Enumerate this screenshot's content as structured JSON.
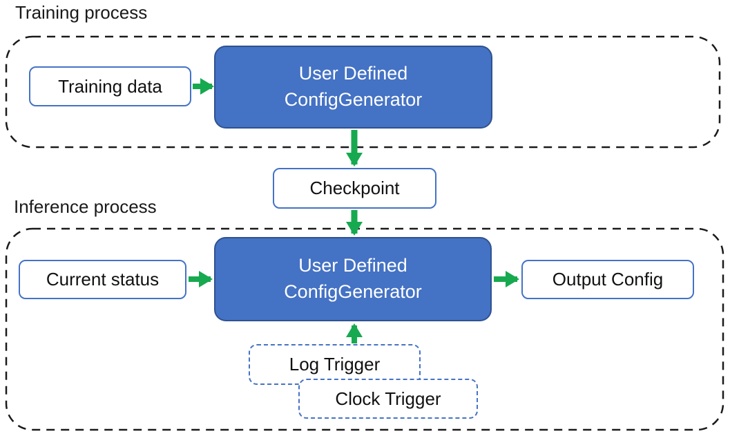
{
  "colors": {
    "generator_fill": "#4472C4",
    "generator_border": "#2F528F",
    "io_box_border": "#4472C4",
    "trigger_border": "#4472C4",
    "arrow_green": "#17A94F",
    "container_dash": "#1A1A1A",
    "text_dark": "#111111",
    "text_light": "#FFFFFF"
  },
  "training": {
    "section_label": "Training process",
    "input_box": "Training data",
    "generator_line1": "User Defined",
    "generator_line2": "ConfigGenerator"
  },
  "checkpoint_box": "Checkpoint",
  "inference": {
    "section_label": "Inference process",
    "input_box": "Current status",
    "generator_line1": "User Defined",
    "generator_line2": "ConfigGenerator",
    "output_box": "Output Config",
    "triggers": [
      "Log Trigger",
      "Clock Trigger"
    ]
  },
  "edges": [
    {
      "from": "training-data",
      "to": "training-config-generator",
      "direction": "right"
    },
    {
      "from": "training-config-generator",
      "to": "checkpoint",
      "direction": "down"
    },
    {
      "from": "checkpoint",
      "to": "inference-config-generator",
      "direction": "down"
    },
    {
      "from": "current-status",
      "to": "inference-config-generator",
      "direction": "right"
    },
    {
      "from": "inference-config-generator",
      "to": "output-config",
      "direction": "right"
    },
    {
      "from": "log-trigger",
      "to": "inference-config-generator",
      "direction": "up"
    }
  ]
}
